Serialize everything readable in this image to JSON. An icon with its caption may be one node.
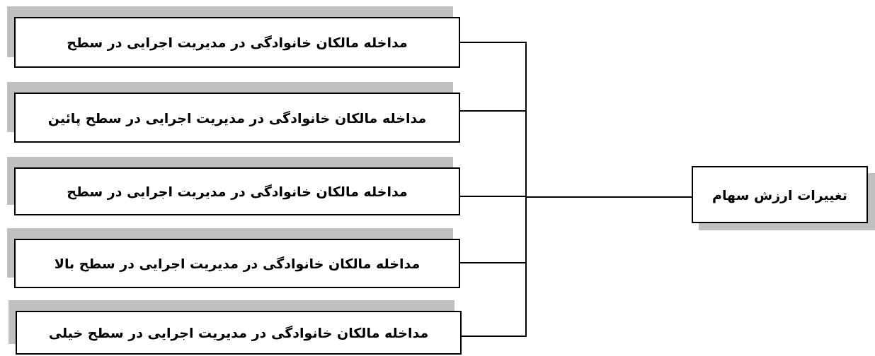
{
  "diagram": {
    "nodes": [
      {
        "text": [
          "مداخله مالکان خانوادگی در مدیریت اجرایی در سطح"
        ]
      },
      {
        "text": [
          "مداخله مالکان خانوادگی در مدیریت اجرایی در سطح پائین"
        ]
      },
      {
        "text": [
          "مداخله مالکان خانوادگی در مدیریت اجرایی در سطح"
        ]
      },
      {
        "text": [
          "مداخله مالکان خانوادگی در مدیریت اجرایی در سطح بالا"
        ]
      },
      {
        "text": [
          "مداخله مالکان خانوادگی در مدیریت اجرایی در سطح خیلی"
        ]
      },
      {
        "text": [
          "تغییرات ارزش سهام"
        ]
      }
    ],
    "edges": [
      {
        "from": 0,
        "to": 5,
        "arrow": "none"
      },
      {
        "from": 1,
        "to": 5,
        "arrow": "none"
      },
      {
        "from": 2,
        "to": 5,
        "arrow": "none"
      },
      {
        "from": 3,
        "to": 5,
        "arrow": "none"
      },
      {
        "from": 4,
        "to": 5,
        "arrow": "none"
      }
    ]
  }
}
